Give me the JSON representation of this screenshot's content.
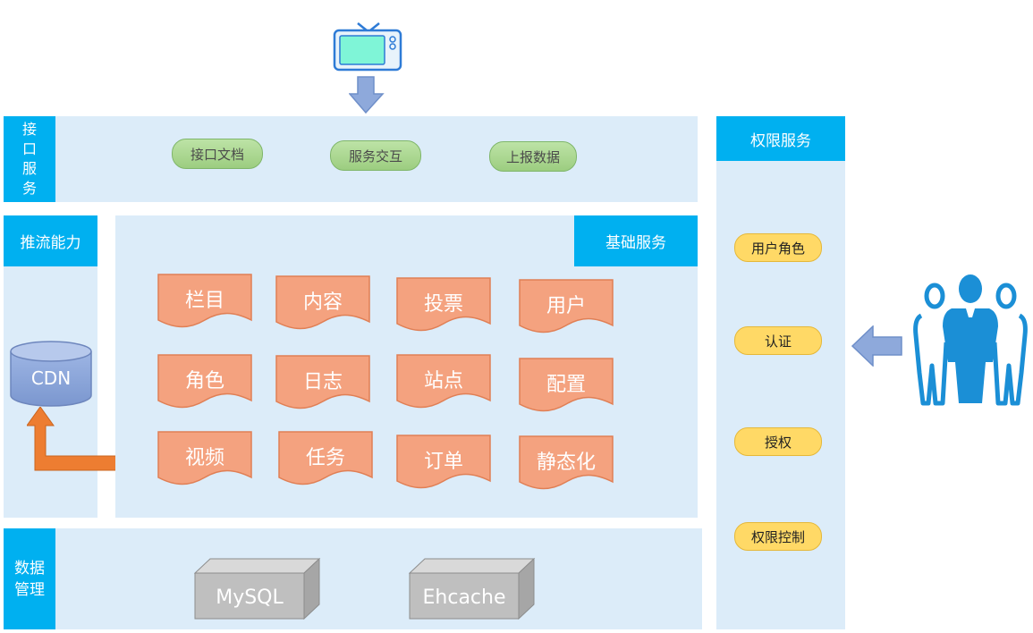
{
  "interface": {
    "label_lines": [
      "接",
      "口",
      "服",
      "务"
    ],
    "items": [
      "接口文档",
      "服务交互",
      "上报数据"
    ]
  },
  "push": {
    "label": "推流能力",
    "cdn": "CDN"
  },
  "basic": {
    "label": "基础服务",
    "items": [
      "栏目",
      "内容",
      "投票",
      "用户",
      "角色",
      "日志",
      "站点",
      "配置",
      "视频",
      "任务",
      "订单",
      "静态化"
    ]
  },
  "data_mgmt": {
    "label_lines": [
      "数据",
      "管理"
    ],
    "stores": [
      "MySQL",
      "Ehcache"
    ]
  },
  "permission": {
    "label": "权限服务",
    "items": [
      "用户角色",
      "认证",
      "授权",
      "权限控制"
    ]
  },
  "icons": [
    "tv-icon",
    "users-icon",
    "down-arrow-icon",
    "left-arrow-icon",
    "elbow-arrow-icon"
  ],
  "colors": {
    "panel": "#dcecf9",
    "label_blue": "#00b0f0",
    "tag_orange": "#f4a27f",
    "pill_green": "#a9d18e",
    "pill_yellow": "#ffd966",
    "arrow_orange": "#ed7d31",
    "store_gray": "#bfbfbf",
    "user_blue": "#1b8fd6"
  }
}
